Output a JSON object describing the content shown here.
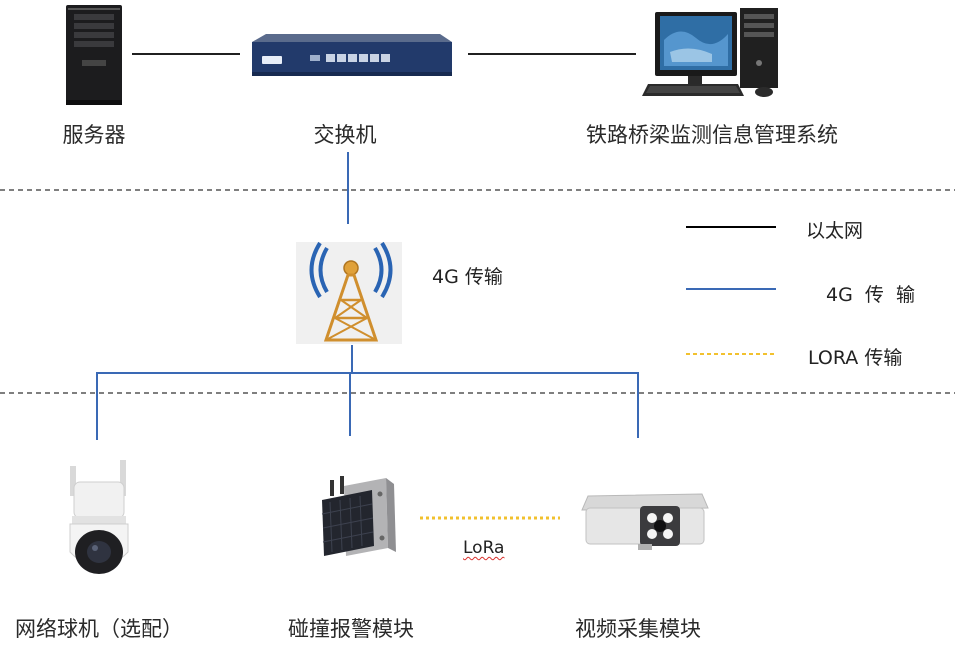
{
  "nodes": {
    "server": "服务器",
    "switch": "交换机",
    "management_system": "铁路桥梁监测信息管理系统",
    "dome_camera": "网络球机（选配）",
    "collision_module": "碰撞报警模块",
    "video_module": "视频采集模块"
  },
  "links": {
    "tower_label": "4G 传输",
    "lora_label": "LoRa"
  },
  "legend": {
    "ethernet": "以太网",
    "4g": "4G  传  输",
    "lora": "LORA 传输"
  },
  "colors": {
    "ethernet": "#000000",
    "4g": "#3a69b5",
    "lora": "#f2c12e",
    "divider": "#333333"
  }
}
